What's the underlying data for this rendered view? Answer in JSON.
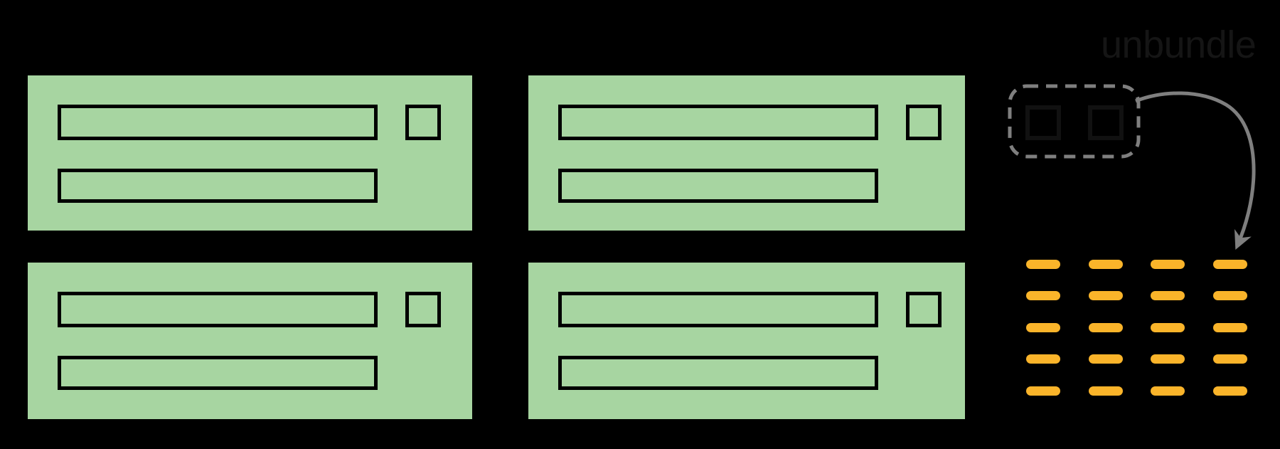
{
  "figure": {
    "unbundle_label": "unbundle",
    "colors": {
      "background": "#000000",
      "card_green": "#A7D5A1",
      "card_outline": "#000000",
      "bundle_square_outline": "#111111",
      "dashed_border_gray": "#7F7F7F",
      "arrow_gray": "#7F7F7F",
      "token_orange": "#FAB42A",
      "label_color": "#151515"
    },
    "bundled_cards": {
      "count": 4,
      "grid_rows": 2,
      "grid_columns": 2,
      "bars_per_card": 2,
      "small_squares_per_card": 1
    },
    "bundle_group": {
      "square_count": 2
    },
    "token_grid": {
      "rows": 5,
      "columns": 4,
      "dash_count": 20
    }
  }
}
